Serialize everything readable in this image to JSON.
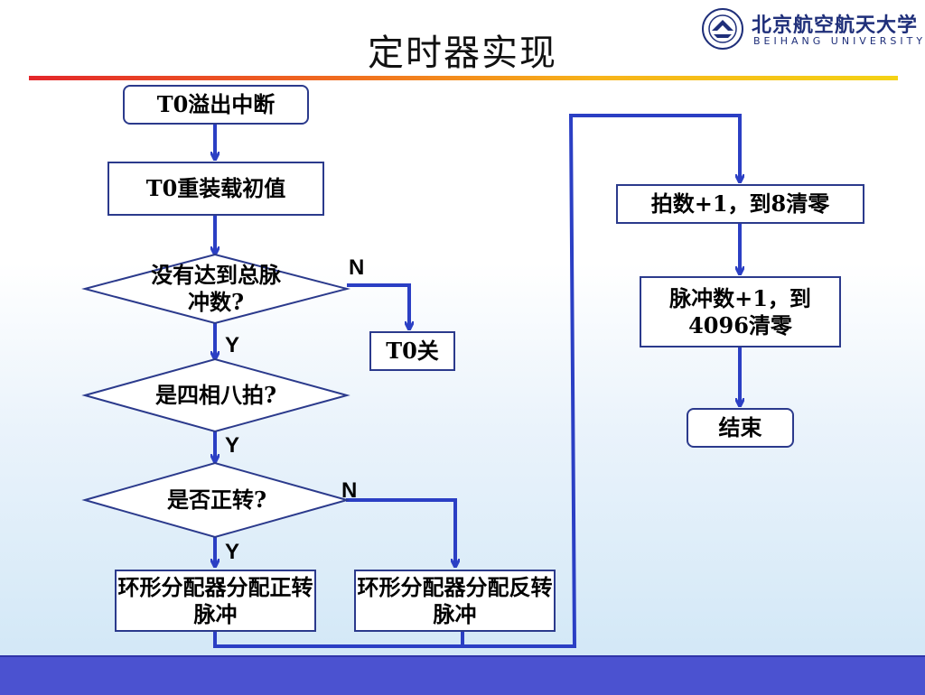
{
  "slide": {
    "title": "定时器实现"
  },
  "logo": {
    "name_cn": "北京航空航天大学",
    "name_en": "BEIHANG UNIVERSITY",
    "icon": "university-seal-icon"
  },
  "flowchart": {
    "t0_overflow": "T0溢出中断",
    "t0_reload": "T0重装载初值",
    "check_total": "没有达到总脉冲数?",
    "t0_off": "T0关",
    "check_8beat": "是四相八拍?",
    "check_forward": "是否正转?",
    "forward_pulse": "环形分配器分配正转脉冲",
    "reverse_pulse": "环形分配器分配反转脉冲",
    "beat_count": "拍数+1，到8清零",
    "pulse_count": "脉冲数+1，到4096清零",
    "end": "结束",
    "label_n1": "N",
    "label_y1": "Y",
    "label_y2": "Y",
    "label_n2": "N",
    "label_y3": "Y"
  },
  "colors": {
    "line": "#2b3fc4",
    "border": "#2b3a8c",
    "footer": "#4b52d0"
  }
}
